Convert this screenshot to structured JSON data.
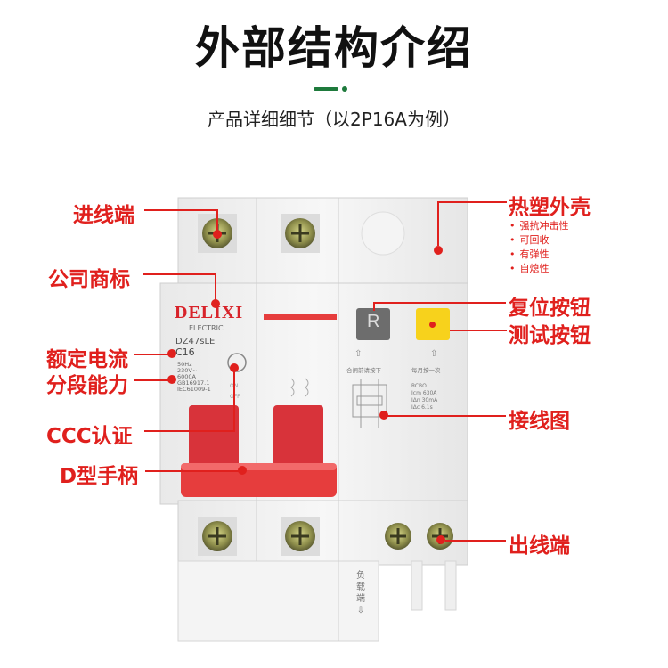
{
  "title": "外部结构介绍",
  "subtitle": "产品详细细节（以2P16A为例）",
  "labels_left": {
    "inlet": "进线端",
    "logo": "公司商标",
    "rated_current": "额定电流",
    "breaking": "分段能力",
    "ccc": "CCC认证",
    "handle": "D型手柄"
  },
  "labels_right": {
    "shell": "热塑外壳",
    "shell_features": [
      "强抗冲击性",
      "可回收",
      "有弹性",
      "自熄性"
    ],
    "reset": "复位按钮",
    "test": "测试按钮",
    "wiring": "接线图",
    "outlet": "出线端"
  },
  "device": {
    "brand": "DELIXI",
    "brand_sub": "ELECTRIC",
    "model": "DZ47sLE",
    "rating": "C16",
    "specs": [
      "50Hz",
      "230V~",
      "6000A",
      "GB16917.1",
      "IEC61009-1"
    ],
    "on_off": [
      "ON",
      "OFF"
    ],
    "reset_key": "R",
    "reset_caption": "合闸前请按下",
    "test_caption": "每月按一次",
    "rcbo_specs": [
      "RCBO",
      "Icm 630A",
      "IΔn 30mA",
      "IΔc 6.1s"
    ],
    "load_side": [
      "负",
      "载",
      "端",
      "⇩"
    ]
  },
  "colors": {
    "accent": "#e0201d",
    "handle": "#e63d3d",
    "test_button": "#f7d21c",
    "title_bar": "#1e7a3c"
  }
}
